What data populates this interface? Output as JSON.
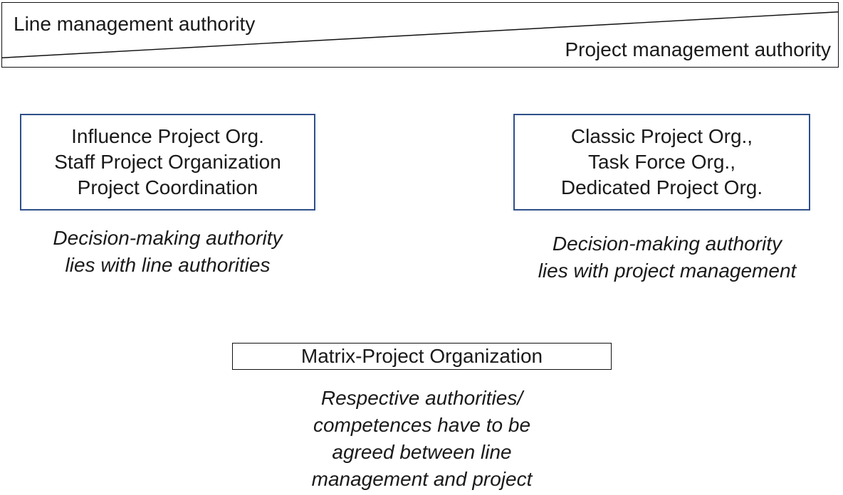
{
  "authority_bar": {
    "line_label": "Line management authority",
    "project_label": "Project management authority"
  },
  "left_box": {
    "lines": [
      "Influence Project Org.",
      "Staff Project Organization",
      "Project Coordination"
    ]
  },
  "left_caption": {
    "lines": [
      "Decision-making authority",
      "lies with line authorities"
    ]
  },
  "right_box": {
    "lines": [
      "Classic Project Org.,",
      "Task Force Org.,",
      "Dedicated Project Org."
    ]
  },
  "right_caption": {
    "lines": [
      "Decision-making authority",
      "lies with project management"
    ]
  },
  "matrix_box": {
    "label": "Matrix-Project Organization"
  },
  "matrix_caption": {
    "lines": [
      "Respective authorities/",
      "competences have to be",
      "agreed between line",
      "management and project"
    ]
  },
  "colors": {
    "box_border": "#2e4f8a",
    "line": "#111111",
    "text": "#1a1a1a"
  }
}
